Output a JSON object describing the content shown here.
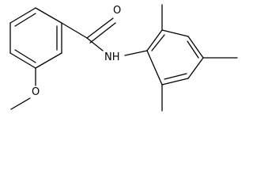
{
  "molecule": {
    "atoms": {
      "carbonyl_oxygen": "O",
      "amide_nitrogen": "NH",
      "methoxy_oxygen": "O"
    },
    "colors": {
      "bond": "#000000",
      "label": "#000000",
      "background": "#ffffff"
    }
  }
}
